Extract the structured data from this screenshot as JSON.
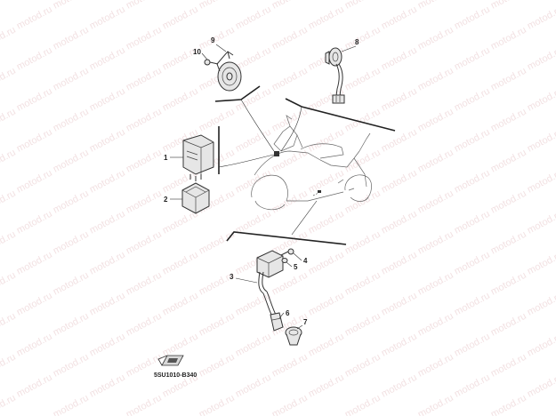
{
  "diagram": {
    "watermark_text": "motod.ru",
    "diagram_code": "5SU1010-B340",
    "callouts": [
      "1",
      "2",
      "3",
      "4",
      "5",
      "6",
      "7",
      "8",
      "9",
      "10"
    ]
  }
}
